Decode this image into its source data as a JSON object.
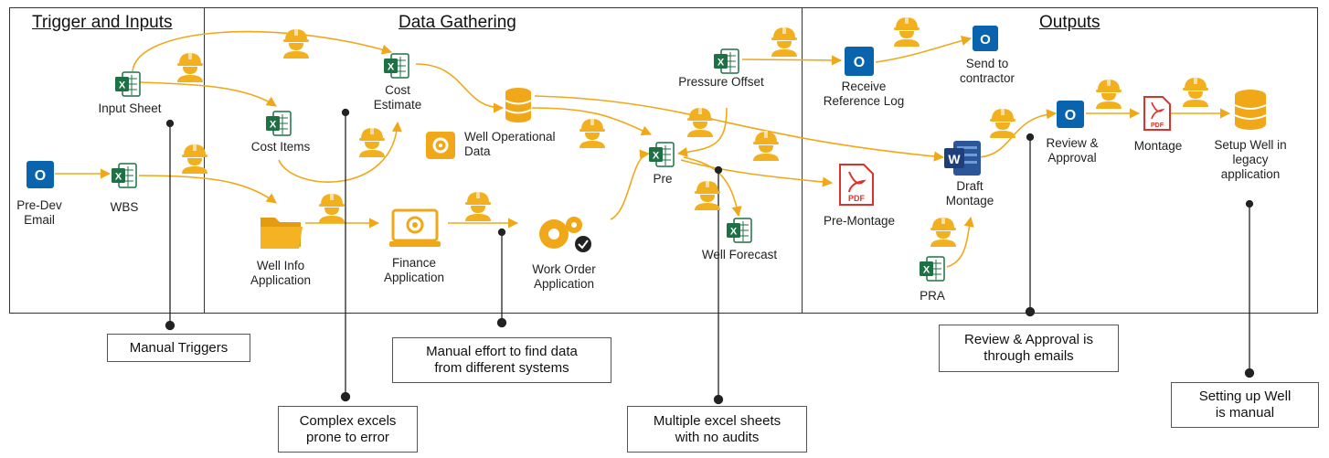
{
  "sections": {
    "trigger": "Trigger and Inputs",
    "gathering": "Data Gathering",
    "outputs": "Outputs"
  },
  "nodes": {
    "pre_dev_email": "Pre-Dev\nEmail",
    "wbs": "WBS",
    "input_sheet": "Input Sheet",
    "cost_items": "Cost Items",
    "cost_estimate": "Cost\nEstimate",
    "well_operational_data": "Well Operational\nData",
    "well_info_application": "Well Info\nApplication",
    "finance_application": "Finance\nApplication",
    "work_order_application": "Work Order\nApplication",
    "pre": "Pre",
    "pressure_offset": "Pressure Offset",
    "well_forecast": "Well Forecast",
    "receive_reference_log": "Receive\nReference Log",
    "send_to_contractor": "Send to\ncontractor",
    "pre_montage": "Pre-Montage",
    "draft_montage": "Draft\nMontage",
    "pra": "PRA",
    "review_approval": "Review &\nApproval",
    "montage": "Montage",
    "setup_well": "Setup Well in\nlegacy\napplication"
  },
  "callouts": {
    "manual_triggers": "Manual Triggers",
    "complex_excels": "Complex excels\nprone to error",
    "manual_effort": "Manual effort to find data\nfrom different systems",
    "multiple_excel": "Multiple excel sheets\nwith no audits",
    "review_emails": "Review & Approval is\nthrough emails",
    "setting_up": "Setting up Well\nis manual"
  },
  "icon_badges": {
    "pdf": "PDF",
    "excel": "X",
    "outlook": "O",
    "word": "W"
  },
  "colors": {
    "accent": "#F0A818",
    "excel": "#1E7145",
    "outlook": "#0A64AD",
    "word": "#2B579A",
    "pdf": "#D9342B",
    "worker": "#F2B01E"
  }
}
